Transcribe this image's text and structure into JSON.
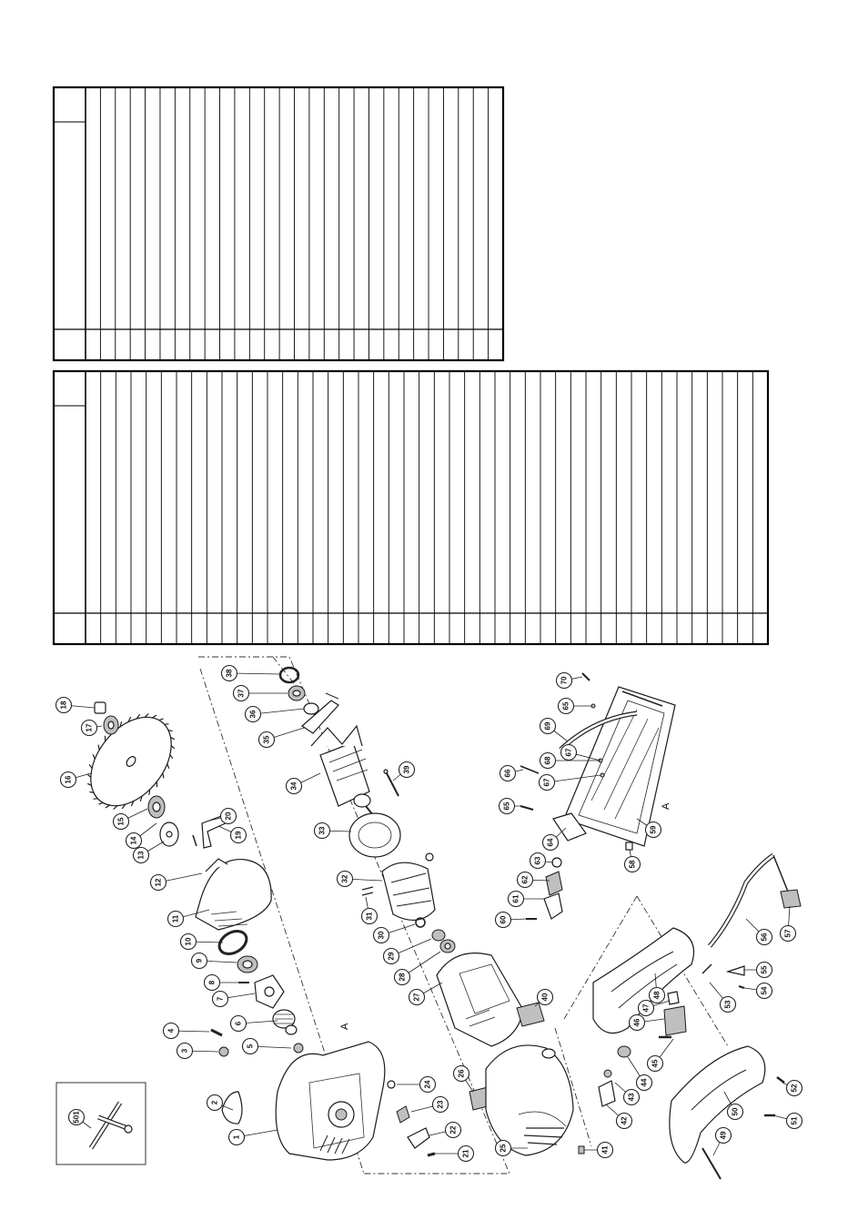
{
  "tables": {
    "upper": {
      "columns": 29
    },
    "lower": {
      "columns": 46
    }
  },
  "callouts": [
    "1",
    "2",
    "3",
    "4",
    "5",
    "6",
    "7",
    "8",
    "9",
    "10",
    "11",
    "12",
    "13",
    "14",
    "15",
    "16",
    "17",
    "18",
    "19",
    "20",
    "21",
    "22",
    "23",
    "24",
    "25",
    "26",
    "27",
    "28",
    "29",
    "30",
    "31",
    "32",
    "33",
    "34",
    "35",
    "36",
    "37",
    "38",
    "39",
    "40",
    "41",
    "42",
    "43",
    "44",
    "45",
    "46",
    "47",
    "48",
    "49",
    "50",
    "51",
    "52",
    "53",
    "54",
    "55",
    "56",
    "57",
    "58",
    "59",
    "60",
    "61",
    "62",
    "63",
    "64",
    "65",
    "66",
    "67",
    "68",
    "69",
    "70",
    "501"
  ],
  "view_markers": [
    "A",
    "A"
  ]
}
